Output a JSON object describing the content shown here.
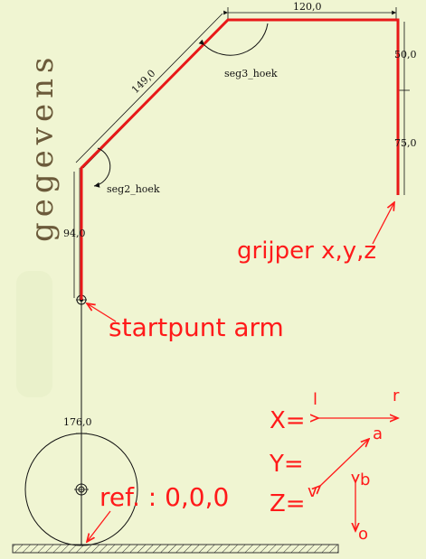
{
  "side_title": "gegevens",
  "dimensions": {
    "base_height": "176,0",
    "seg1_length": "94,0",
    "seg2_length": "149,0",
    "seg3_length": "120,0",
    "drop_upper": "50,0",
    "drop_lower": "75,0"
  },
  "angles": {
    "seg2": "seg2_hoek",
    "seg3": "seg3_hoek"
  },
  "labels": {
    "gripper": "grijper x,y,z",
    "start_point": "startpunt arm",
    "reference": "ref. : 0,0,0"
  },
  "axes_legend": {
    "x_label": "X=",
    "y_label": "Y=",
    "z_label": "Z=",
    "x_left": "l",
    "x_right": "r",
    "y_a": "a",
    "y_v": "v",
    "z_b": "b",
    "z_o": "o"
  },
  "colors": {
    "arm": "#e81818",
    "annotation": "#ff1a1a",
    "background": "#f0f5d2",
    "side_title": "#6b5a3a"
  }
}
